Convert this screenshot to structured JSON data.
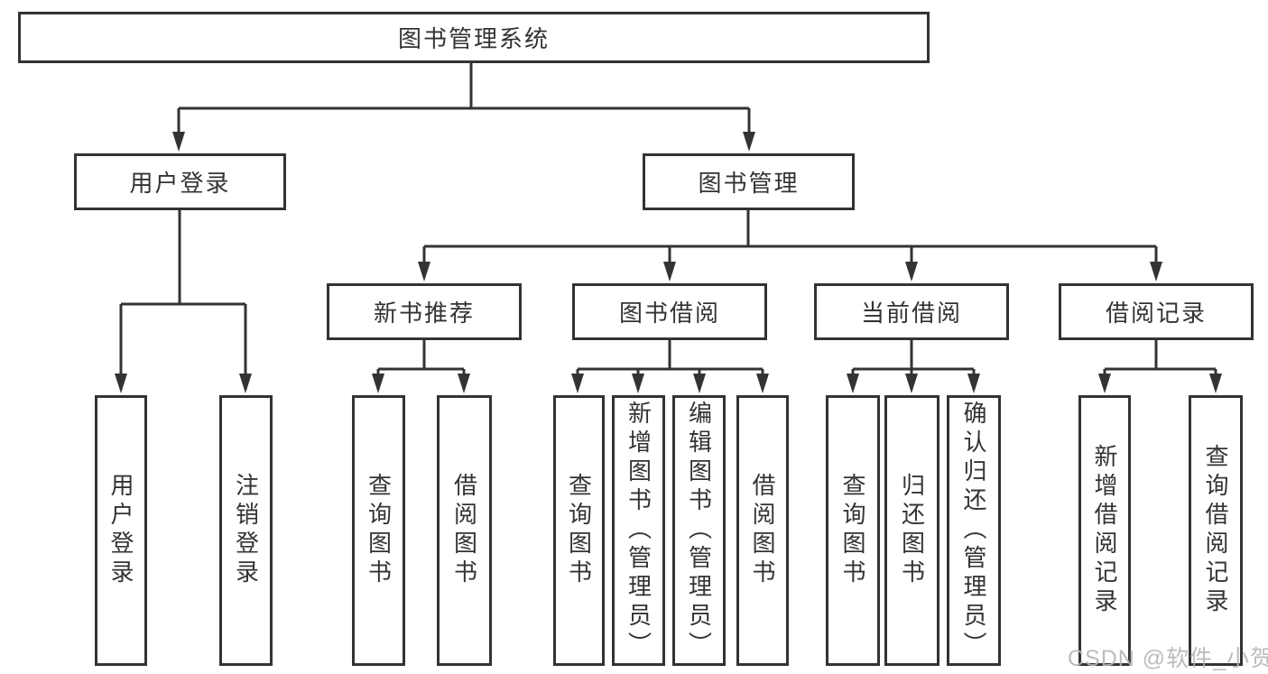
{
  "diagram": {
    "nodes": {
      "root": {
        "label": "图书管理系统"
      },
      "level2": [
        {
          "label": "用户登录"
        },
        {
          "label": "图书管理"
        }
      ],
      "level3": [
        {
          "label": "新书推荐",
          "parent": "图书管理"
        },
        {
          "label": "图书借阅",
          "parent": "图书管理"
        },
        {
          "label": "当前借阅",
          "parent": "图书管理"
        },
        {
          "label": "借阅记录",
          "parent": "图书管理"
        }
      ],
      "leaves": [
        {
          "label": "用户登录",
          "parent": "用户登录"
        },
        {
          "label": "注销登录",
          "parent": "用户登录"
        },
        {
          "label": "查询图书",
          "parent": "新书推荐"
        },
        {
          "label": "借阅图书",
          "parent": "新书推荐"
        },
        {
          "label": "查询图书",
          "parent": "图书借阅"
        },
        {
          "label": "新增图书（管理员）",
          "parent": "图书借阅"
        },
        {
          "label": "编辑图书（管理员）",
          "parent": "图书借阅"
        },
        {
          "label": "借阅图书",
          "parent": "图书借阅"
        },
        {
          "label": "查询图书",
          "parent": "当前借阅"
        },
        {
          "label": "归还图书",
          "parent": "当前借阅"
        },
        {
          "label": "确认归还（管理员）",
          "parent": "当前借阅"
        },
        {
          "label": "新增借阅记录",
          "parent": "借阅记录"
        },
        {
          "label": "查询借阅记录",
          "parent": "借阅记录"
        }
      ]
    },
    "watermark": {
      "text": "CSDN @软件_小贺同学"
    },
    "colors": {
      "line": "#333333",
      "text": "#333333",
      "watermark": "#b5b5b5",
      "background": "#ffffff"
    }
  }
}
